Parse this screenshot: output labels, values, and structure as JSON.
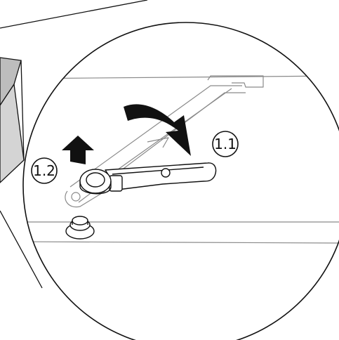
{
  "diagram": {
    "callouts": [
      {
        "id": "step-1-1",
        "label": "1.1"
      },
      {
        "id": "step-1-2",
        "label": "1.2"
      }
    ],
    "colors": {
      "outline": "#111111",
      "faint_outline": "#8a8a8a",
      "arrow_fill": "#111111",
      "panel_fill": "#bdbdbd",
      "background": "#ffffff"
    }
  }
}
